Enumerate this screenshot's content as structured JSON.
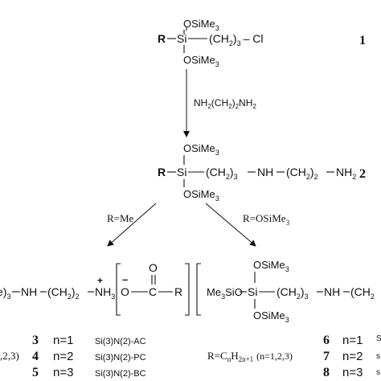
{
  "compound1": {
    "number": "1",
    "top_sub": "OSiMe",
    "top_sub_idx": "3",
    "r": "R",
    "si": "Si",
    "chain": "(CH",
    "chain_sub": "2",
    "chain_close": ")",
    "chain_n": "3",
    "dash_cl": "– Cl",
    "bottom_sub": "OSiMe",
    "bottom_sub_idx": "3"
  },
  "reagent": {
    "pre": "NH",
    "s1": "2",
    "mid1": "(CH",
    "s2": "2",
    "mid2": ")",
    "s3": "2",
    "post": "NH",
    "s4": "2"
  },
  "compound2": {
    "number": "2",
    "top_sub": "OSiMe",
    "top_sub_idx": "3",
    "r": "R",
    "si": "Si",
    "chain": "(CH",
    "chain_sub": "2",
    "chain_close": ")",
    "chain_n": "3",
    "nh": "NH",
    "chain2": "(CH",
    "chain2_sub": "2",
    "chain2_close": ")",
    "chain2_n": "2",
    "nh2": "NH",
    "nh2_sub": "2",
    "bottom_sub": "OSiMe",
    "bottom_sub_idx": "3"
  },
  "branch_left": {
    "label": "R=Me"
  },
  "branch_right": {
    "label_pre": "R=OSiMe",
    "label_sub": "3"
  },
  "salt_left": {
    "frag_start": "e)",
    "frag_n": "3",
    "nh": "NH",
    "chain": "(CH",
    "chain_sub": "2",
    "chain_close": ")",
    "chain_n": "2",
    "nh3": "NH",
    "nh3_sub": "3",
    "plus": "+",
    "o_top": "O",
    "o_minus": "O",
    "minus": "–",
    "c": "C",
    "r": "R"
  },
  "salt_right": {
    "top_sub": "OSiMe",
    "top_sub_idx": "3",
    "left_sub": "Me",
    "left_sub_idx": "3",
    "left_sub_end": "SiO",
    "si": "Si",
    "chain": "(CH",
    "chain_sub": "2",
    "chain_close": ")",
    "chain_n": "3",
    "nh": "NH",
    "chain2": "(CH",
    "chain2_sub": "2",
    "bottom_sub": "OSiMe",
    "bottom_sub_idx": "3"
  },
  "products_left": [
    {
      "number": "3",
      "n": "n=1",
      "label": "Si(3)N(2)-AC",
      "prefix": ""
    },
    {
      "number": "4",
      "n": "n=2",
      "label": "Si(3)N(2)-PC",
      "prefix": ",2,3)"
    },
    {
      "number": "5",
      "n": "n=3",
      "label": "Si(3)N(2)-BC",
      "prefix": ""
    }
  ],
  "products_right": [
    {
      "number": "6",
      "n": "n=1",
      "label": "S"
    },
    {
      "number": "7",
      "n": "n=2",
      "label": "s"
    },
    {
      "number": "8",
      "n": "n=3",
      "label": "s"
    }
  ],
  "r_definition": {
    "pre": "R=C",
    "n_sub": "n",
    "h": "H",
    "h_sub": "2n+1",
    "range": "(n=1,2,3)"
  }
}
